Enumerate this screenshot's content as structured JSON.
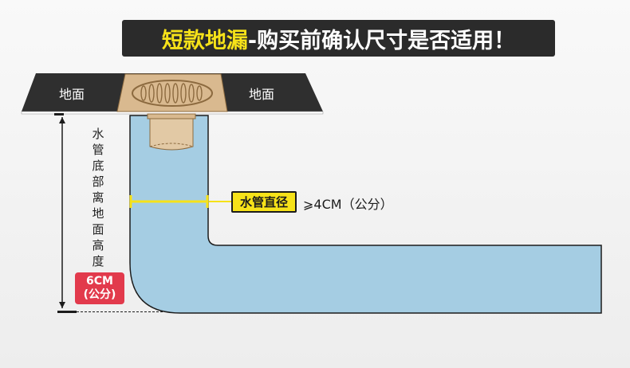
{
  "title": {
    "highlight": "短款地漏",
    "rest": "-购买前确认尺寸是否适用！"
  },
  "floor": {
    "left_label": "地面",
    "right_label": "地面"
  },
  "height_label": [
    "水",
    "管",
    "底",
    "部",
    "离",
    "地",
    "面",
    "高",
    "度"
  ],
  "height_value": {
    "line1": "6CM",
    "line2": "(公分)"
  },
  "pipe_diameter": {
    "label": "水管直径",
    "value": "⩾4CM（公分）"
  },
  "colors": {
    "title_bg": "#2b2b2b",
    "title_highlight": "#f6e219",
    "floor": "#2f2f2f",
    "pipe": "#a5cde3",
    "drain_brass": "#d9b98f",
    "badge_red": "#e23a4c",
    "marker_yellow": "#f6e219"
  }
}
